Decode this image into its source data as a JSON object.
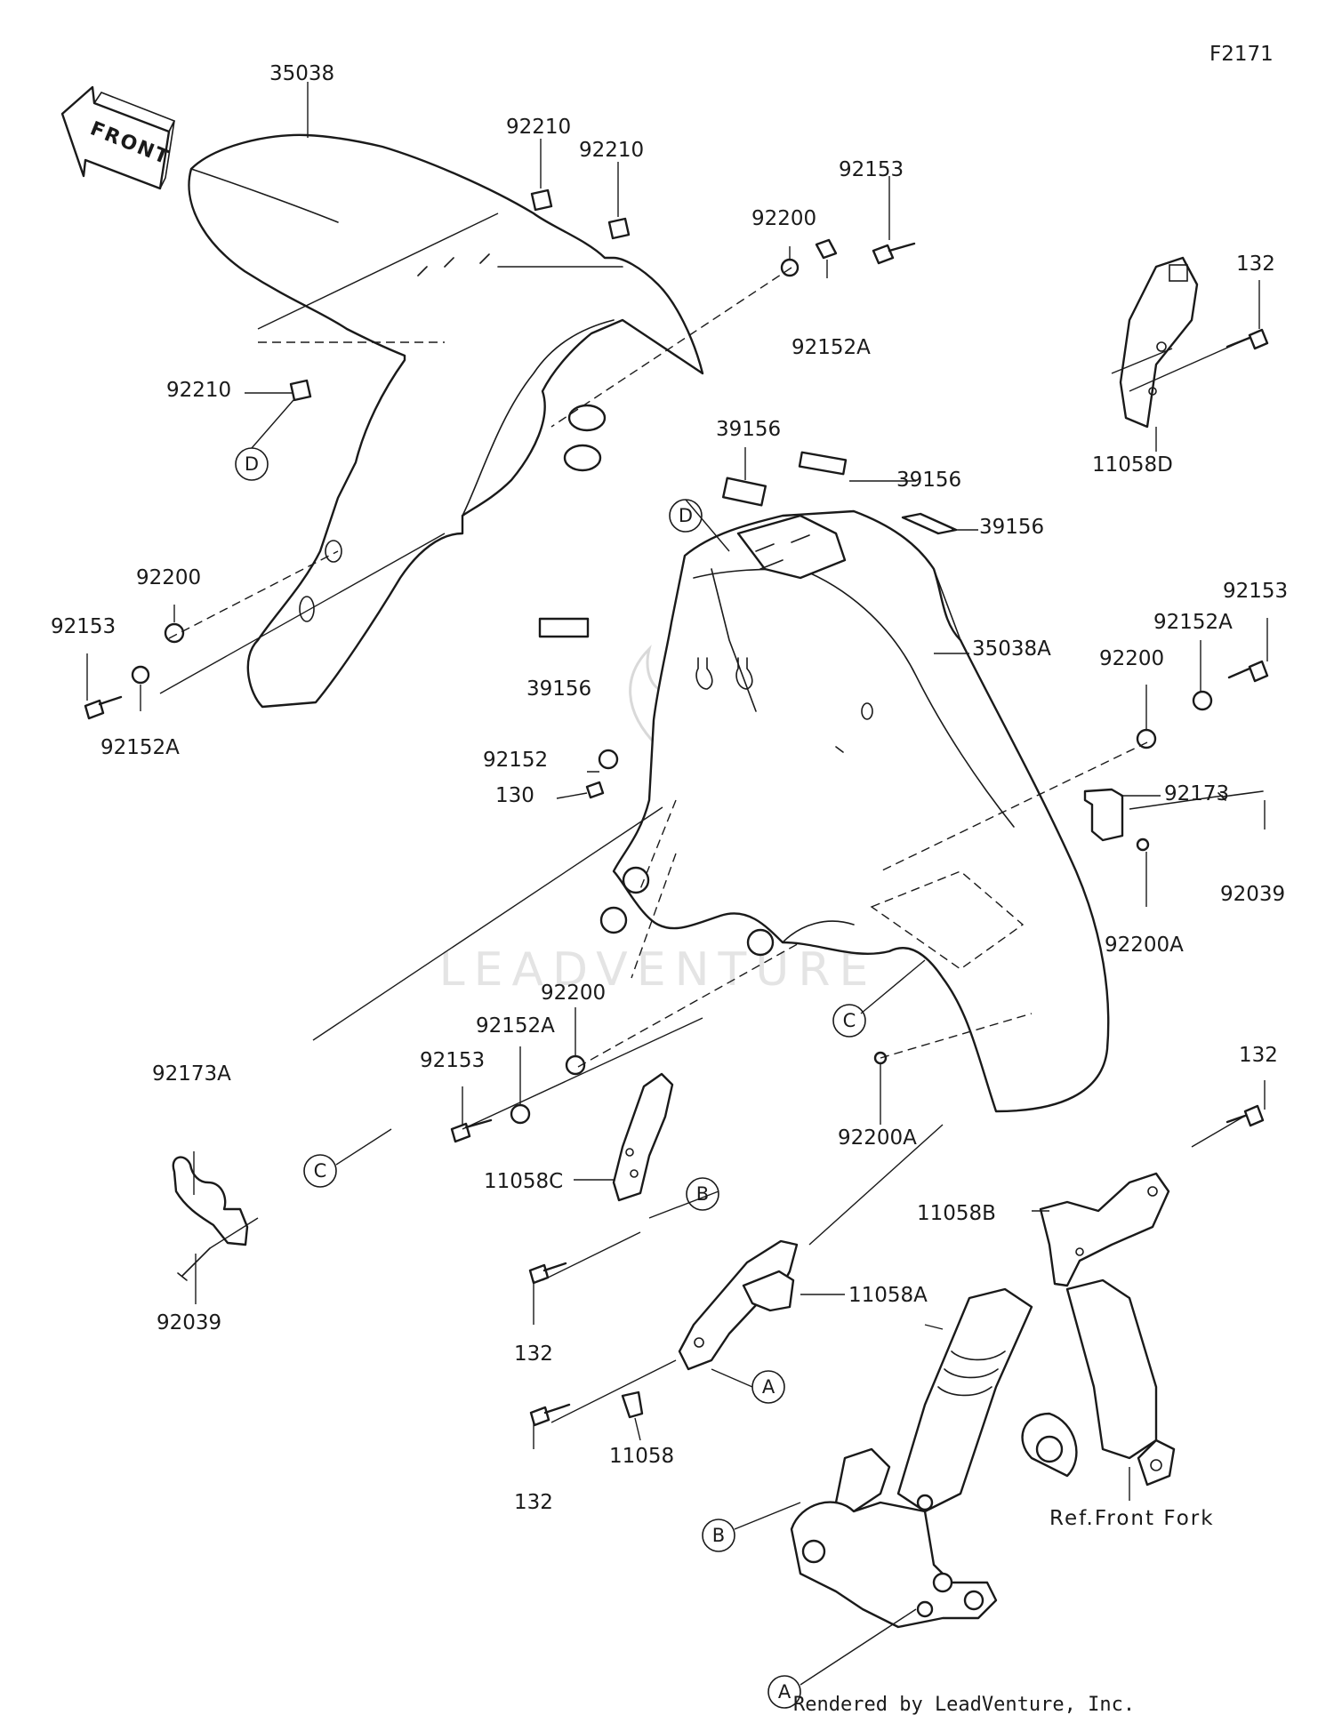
{
  "diagram_code": "F2171",
  "front_arrow_text": "FRONT",
  "watermark": "LEADVENTURE",
  "credit": "Rendered by LeadVenture, Inc.",
  "fork_reference": "Ref.Front Fork",
  "callouts": [
    {
      "id": "c01",
      "text": "35038"
    },
    {
      "id": "c02",
      "text": "92210"
    },
    {
      "id": "c03",
      "text": "92210"
    },
    {
      "id": "c04",
      "text": "92153"
    },
    {
      "id": "c05",
      "text": "92200"
    },
    {
      "id": "c06",
      "text": "92152A"
    },
    {
      "id": "c07",
      "text": "132"
    },
    {
      "id": "c08",
      "text": "11058D"
    },
    {
      "id": "c09",
      "text": "92210"
    },
    {
      "id": "c10",
      "text": "39156"
    },
    {
      "id": "c11",
      "text": "39156"
    },
    {
      "id": "c12",
      "text": "39156"
    },
    {
      "id": "c13",
      "text": "39156"
    },
    {
      "id": "c14",
      "text": "35038A"
    },
    {
      "id": "c15",
      "text": "92200"
    },
    {
      "id": "c16",
      "text": "92153"
    },
    {
      "id": "c17",
      "text": "92152A"
    },
    {
      "id": "c18",
      "text": "92153"
    },
    {
      "id": "c19",
      "text": "92200"
    },
    {
      "id": "c20",
      "text": "92152A"
    },
    {
      "id": "c21",
      "text": "92152"
    },
    {
      "id": "c22",
      "text": "130"
    },
    {
      "id": "c23",
      "text": "92173"
    },
    {
      "id": "c24",
      "text": "92039"
    },
    {
      "id": "c25",
      "text": "92200A"
    },
    {
      "id": "c26",
      "text": "92200"
    },
    {
      "id": "c27",
      "text": "92152A"
    },
    {
      "id": "c28",
      "text": "92153"
    },
    {
      "id": "c29",
      "text": "92200A"
    },
    {
      "id": "c30",
      "text": "92173A"
    },
    {
      "id": "c31",
      "text": "92039"
    },
    {
      "id": "c32",
      "text": "11058C"
    },
    {
      "id": "c33",
      "text": "132"
    },
    {
      "id": "c34",
      "text": "132"
    },
    {
      "id": "c35",
      "text": "11058B"
    },
    {
      "id": "c36",
      "text": "11058A"
    },
    {
      "id": "c37",
      "text": "11058"
    },
    {
      "id": "c38",
      "text": "132"
    }
  ],
  "reference_markers": [
    {
      "id": "r1",
      "letter": "D"
    },
    {
      "id": "r2",
      "letter": "D"
    },
    {
      "id": "r3",
      "letter": "C"
    },
    {
      "id": "r4",
      "letter": "C"
    },
    {
      "id": "r5",
      "letter": "B"
    },
    {
      "id": "r6",
      "letter": "A"
    },
    {
      "id": "r7",
      "letter": "B"
    },
    {
      "id": "r8",
      "letter": "A"
    }
  ]
}
